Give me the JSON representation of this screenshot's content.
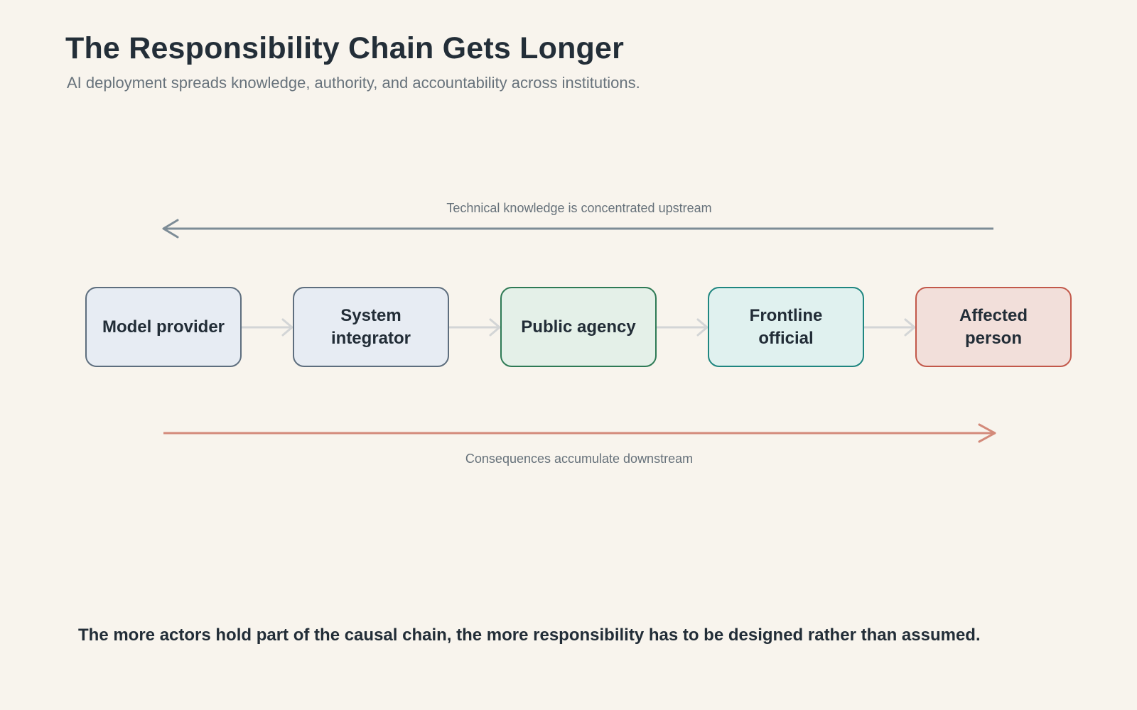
{
  "title": "The Responsibility Chain Gets Longer",
  "subtitle": "AI deployment spreads knowledge, authority, and accountability across institutions.",
  "flows": {
    "upstream": {
      "label": "Technical knowledge is concentrated upstream",
      "color": "#7d8c96"
    },
    "downstream": {
      "label": "Consequences accumulate downstream",
      "color": "#d38a7a"
    }
  },
  "connector_color": "#d3d5d6",
  "nodes": [
    {
      "label": "Model provider",
      "fill": "#e7ecf3",
      "border": "#5e6e7e"
    },
    {
      "label": "System integrator",
      "fill": "#e7ecf3",
      "border": "#5e6e7e"
    },
    {
      "label": "Public agency",
      "fill": "#e4f0e8",
      "border": "#2e7a55"
    },
    {
      "label": "Frontline official",
      "fill": "#e0f1ef",
      "border": "#1f8680"
    },
    {
      "label": "Affected person",
      "fill": "#f2dfda",
      "border": "#c2584a"
    }
  ],
  "conclusion": "The more actors hold part of the causal chain, the more responsibility has to be designed rather than assumed."
}
